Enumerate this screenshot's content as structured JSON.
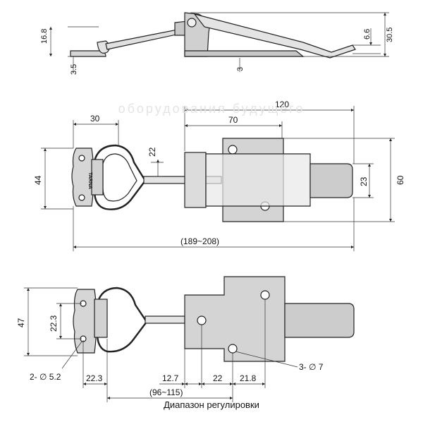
{
  "watermark": "оборудования будущего",
  "caption": "Диапазон регулировки",
  "side_view": {
    "dims": {
      "d16_8": "16.8",
      "d3_5": "3.5",
      "d3": "3",
      "d6_6": "6.6",
      "d30_5": "30.5"
    }
  },
  "top_view": {
    "dims": {
      "d30": "30",
      "d120": "120",
      "d70": "70",
      "d22": "22",
      "d44": "44",
      "d23": "23",
      "d60": "60",
      "d189": "(189~208)"
    },
    "brand": "TARNA"
  },
  "bottom_view": {
    "dims": {
      "d47": "47",
      "d22_3v": "22.3",
      "d2phi": "2- ∅ 5.2",
      "d22_3h": "22.3",
      "d12_7": "12.7",
      "d22": "22",
      "d21_8": "21.8",
      "d3phi": "3- ∅ 7",
      "d96": "(96~115)"
    }
  },
  "colors": {
    "line": "#222222",
    "metal_light": "#e6e6e6",
    "metal_mid": "#cfcfcf",
    "metal_dark": "#b5b5b5"
  }
}
